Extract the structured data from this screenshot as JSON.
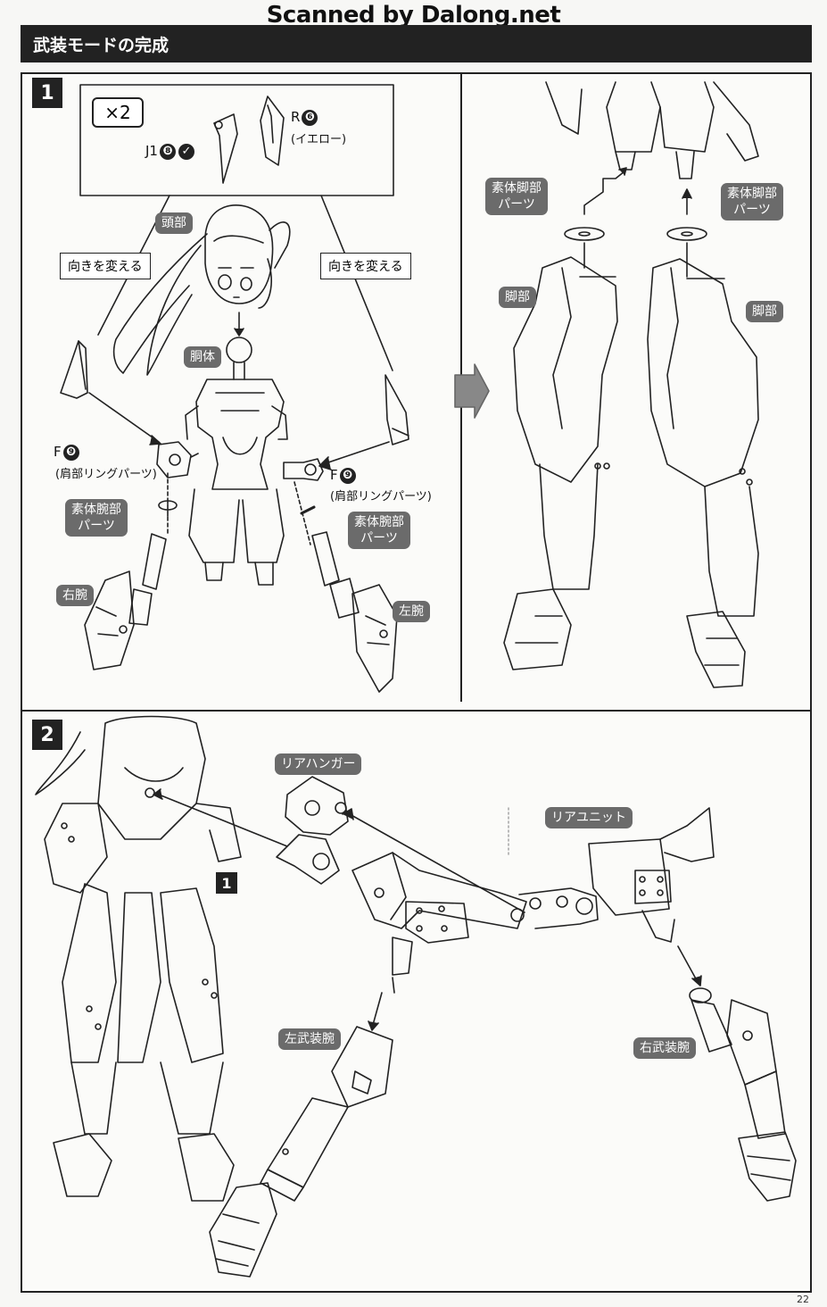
{
  "watermark": "Scanned by Dalong.net",
  "header": {
    "title": "武装モードの完成"
  },
  "steps": {
    "s1": "1",
    "s2": "2",
    "ref": "1"
  },
  "step1": {
    "multiplier": "×2",
    "part_r": "R",
    "part_r_num": "❻",
    "part_r_color": "(イエロー)",
    "part_j": "J1",
    "part_j_num": "❽",
    "turn_left": "向きを変える",
    "turn_right": "向きを変える",
    "head": "頭部",
    "torso": "胴体",
    "part_f_left": "F",
    "part_f_left_num": "❾",
    "part_f_left_note": "(肩部リングパーツ)",
    "part_f_right": "F",
    "part_f_right_num": "❾",
    "part_f_right_note": "(肩部リングパーツ)",
    "arm_parts_left_1": "素体腕部",
    "arm_parts_left_2": "パーツ",
    "arm_parts_right_1": "素体腕部",
    "arm_parts_right_2": "パーツ",
    "right_arm": "右腕",
    "left_arm": "左腕",
    "leg_parts_left_1": "素体脚部",
    "leg_parts_left_2": "パーツ",
    "leg_parts_right_1": "素体脚部",
    "leg_parts_right_2": "パーツ",
    "legs_left": "脚部",
    "legs_right": "脚部"
  },
  "step2": {
    "rear_hanger": "リアハンガー",
    "rear_unit": "リアユニット",
    "left_weapon_arm": "左武装腕",
    "right_weapon_arm": "右武装腕"
  },
  "page_number": "22"
}
